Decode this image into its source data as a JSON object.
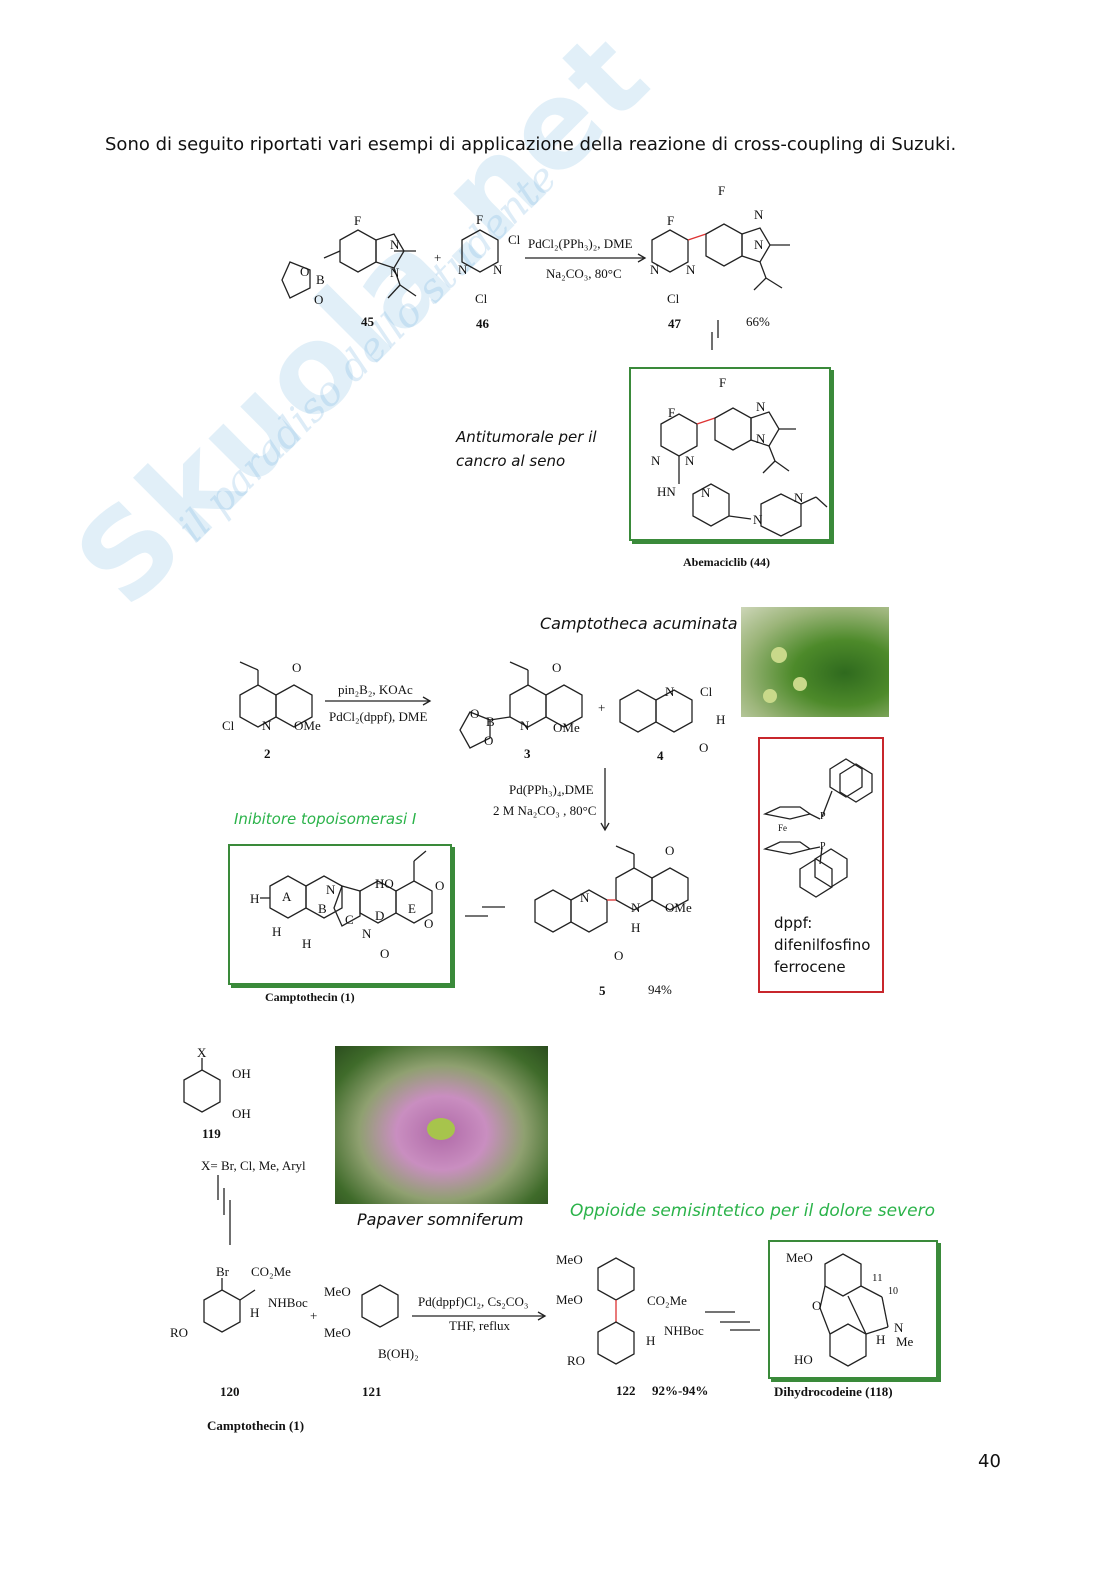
{
  "watermark": {
    "brand": "Skuola.net",
    "tagline": "il paradiso dello studente"
  },
  "intro": "Sono di seguito riportati vari esempi di applicazione della reazione di cross-coupling di Suzuki.",
  "scheme1": {
    "c45": "45",
    "c46": "46",
    "c47": "47",
    "plus": "+",
    "reagent_top": "PdCl₂(PPh₃)₂, DME",
    "reagent_bottom": "Na₂CO₃, 80°C",
    "yield": "66%",
    "atoms": {
      "F": "F",
      "N": "N",
      "Cl": "Cl",
      "O": "O",
      "B": "B",
      "HN": "HN"
    },
    "note_line1": "Antitumorale per il",
    "note_line2": "cancro al seno",
    "product": "Abemaciclib (44)"
  },
  "scheme2": {
    "plant": "Camptotheca acuminata",
    "c2": "2",
    "c3": "3",
    "c4": "4",
    "c5": "5",
    "reagent1_top": "pin₂B₂, KOAc",
    "reagent1_bottom": "PdCl₂(dppf), DME",
    "reagent2_top": "Pd(PPh₃)₄,DME",
    "reagent2_bottom": "2 M Na₂CO₃ , 80°C",
    "yield": "94%",
    "activity": "Inibitore topoisomerasi I",
    "product": "Camptothecin (1)",
    "rings": [
      "A",
      "B",
      "C",
      "D",
      "E"
    ],
    "atoms": {
      "Cl": "Cl",
      "N": "N",
      "OMe": "OMe",
      "O": "O",
      "H": "H",
      "HO": "HO",
      "B": "B",
      "Fe": "Fe",
      "P": "P"
    },
    "dppf_line1": "dppf:",
    "dppf_line2": "difenilfosfino",
    "dppf_line3": "ferrocene"
  },
  "scheme3": {
    "c119": "119",
    "x_def": "X= Br, Cl, Me, Aryl",
    "plant": "Papaver somniferum",
    "activity": "Oppioide semisintetico per il dolore severo",
    "c120": "120",
    "c121": "121",
    "c122": "122",
    "yield": "92%-94%",
    "reagent_top": "Pd(dppf)Cl₂, Cs₂CO₃",
    "reagent_bottom": "THF, reflux",
    "product": "Dihydrocodeine (118)",
    "extra_label": "Camptothecin (1)",
    "atoms": {
      "X": "X",
      "OH": "OH",
      "Br": "Br",
      "CO2Me": "CO₂Me",
      "NHBoc": "NHBoc",
      "H": "H",
      "RO": "RO",
      "MeO": "MeO",
      "BOH2": "B(OH)₂",
      "HO": "HO",
      "N": "N",
      "Me": "Me",
      "O": "O",
      "n11": "11",
      "n10": "10"
    }
  },
  "page_number": "40"
}
